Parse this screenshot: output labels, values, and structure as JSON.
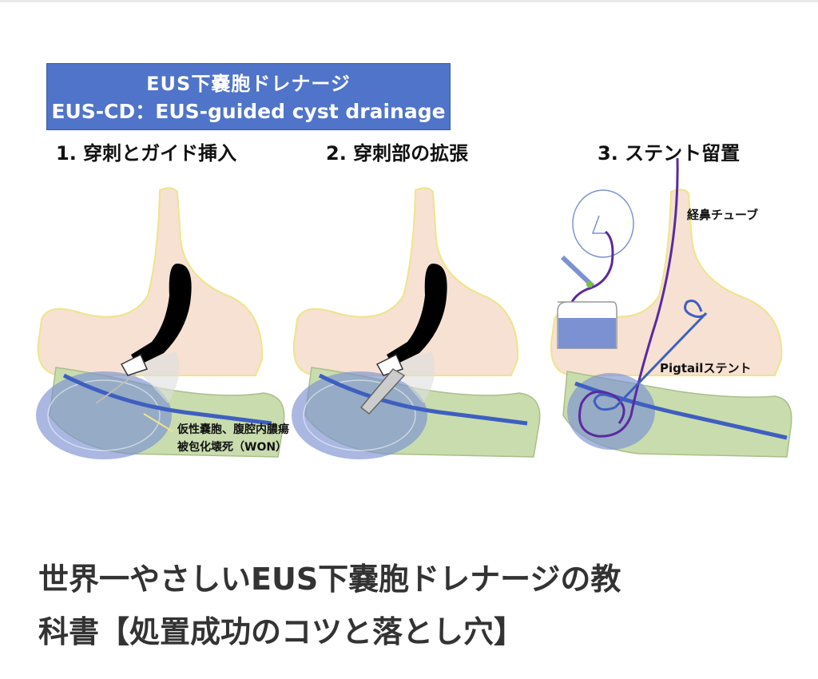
{
  "banner": {
    "line1": "EUS下嚢胞ドレナージ",
    "line2": "EUS-CD：EUS-guided cyst drainage"
  },
  "steps": [
    {
      "title": "1. 穿刺とガイド挿入"
    },
    {
      "title": "2. 穿刺部の拡張"
    },
    {
      "title": "3. ステント留置"
    }
  ],
  "labels": {
    "won_line1": "仮性嚢胞、腹腔内膿瘍",
    "won_line2": "被包化壊死（WON）",
    "nasal_tube": "経鼻チューブ",
    "pigtail": "Pigtailステント"
  },
  "article": {
    "title_line1": "世界一やさしいEUS下嚢胞ドレナージの教",
    "title_line2": "科書【処置成功のコツと落とし穴】"
  },
  "colors": {
    "banner_bg": "#4f74c9",
    "stomach": "#f6e1d3",
    "pancreas": "#c9dcae",
    "cyst": "#7b91d1",
    "duct": "#3e5fc0",
    "tube": "#5b2aa0"
  }
}
